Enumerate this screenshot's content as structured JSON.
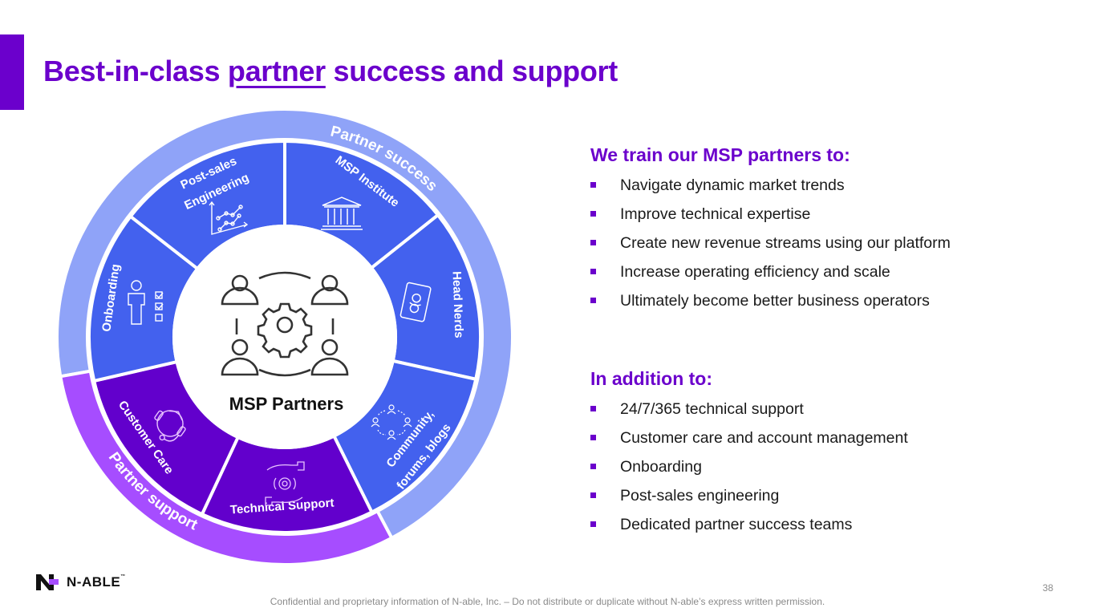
{
  "slide": {
    "title_before": "Best-in-class ",
    "title_underlined": "partner",
    "title_after": " success and support",
    "page_number": "38"
  },
  "colors": {
    "brand_purple": "#6B00CC",
    "segment_blue": "#4361EE",
    "ring_light_blue": "#8FA3F8",
    "ring_purple": "#A64DFF",
    "segment_purple": "#6200CC"
  },
  "wheel": {
    "center_label": "MSP Partners",
    "center_icon": "people-gear-icon",
    "outer_rings": [
      {
        "label": "Partner success",
        "group": "success"
      },
      {
        "label": "Partner support",
        "group": "support"
      }
    ],
    "segments": [
      {
        "label": "MSP Institute",
        "icon": "institution-icon",
        "group": "success"
      },
      {
        "label": "Head Nerds",
        "icon": "head-nerds-icon",
        "group": "success"
      },
      {
        "label": "Community, forums, blogs",
        "line1": "Community,",
        "line2": "forums, blogs",
        "icon": "community-network-icon",
        "group": "success"
      },
      {
        "label": "Technical Support",
        "icon": "hands-gear-icon",
        "group": "support"
      },
      {
        "label": "Customer Care",
        "icon": "headset-icon",
        "group": "support"
      },
      {
        "label": "Onboarding",
        "icon": "person-checklist-icon",
        "group": "success"
      },
      {
        "label": "Post-sales Engineering",
        "line1": "Post-sales",
        "line2": "Engineering",
        "icon": "line-chart-icon",
        "group": "success"
      }
    ]
  },
  "train": {
    "heading": "We train our MSP partners to:",
    "items": [
      "Navigate dynamic market trends",
      "Improve technical expertise",
      "Create new revenue streams using our platform",
      "Increase operating efficiency and scale",
      "Ultimately become better business operators"
    ]
  },
  "addition": {
    "heading": "In addition to:",
    "items": [
      "24/7/365 technical support",
      "Customer care and account management",
      "Onboarding",
      "Post-sales engineering",
      "Dedicated partner success teams"
    ]
  },
  "footer": {
    "logo_text": "N-ABLE",
    "logo_tm": "™",
    "confidential": "Confidential and proprietary information of N-able, Inc. – Do not distribute or duplicate without N-able’s express written permission."
  }
}
